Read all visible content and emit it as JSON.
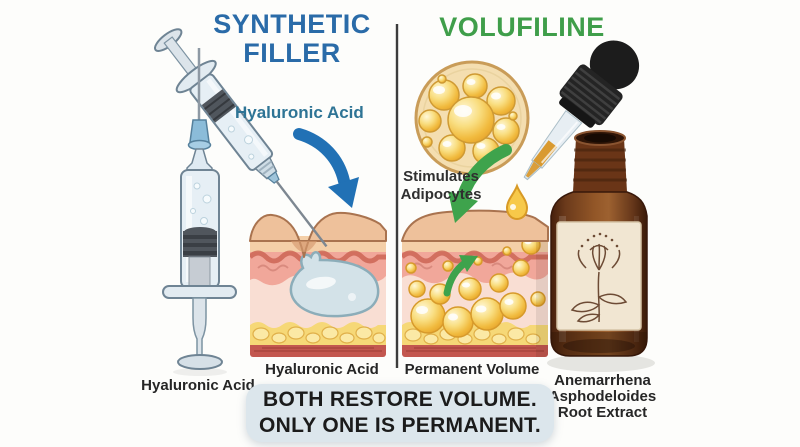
{
  "diagram": {
    "background": "#fdfdfb",
    "divider_color": "#3c3c3c",
    "left_panel": {
      "title": "SYNTHETIC FILLER",
      "title_color": "#2a6ba8",
      "injection_label": "Hyaluronic Acid",
      "injection_label_color": "#2e7495",
      "arrow_color": "#2171b5",
      "syringe_caption": "Hyaluronic Acid",
      "skin_caption": "Hyaluronic Acid",
      "illustrations": [
        "crossed-syringes",
        "blue-injection-arrow",
        "skin-cross-section-with-filler-gel"
      ]
    },
    "right_panel": {
      "title": "VOLUFILINE",
      "title_color": "#3f9e4a",
      "mechanism_label": "Stimulates Adipocytes",
      "arrow_color": "#3ea34c",
      "skin_caption": "Permanent Volume",
      "bottle_caption": "Anemarrhena Asphodeloides Root Extract",
      "illustrations": [
        "adipocyte-cluster",
        "green-arrow",
        "serum-droplet",
        "dropper-bottle",
        "skin-cross-section-with-adipocytes"
      ]
    },
    "banner": {
      "line1": "BOTH RESTORE VOLUME.",
      "line2": "ONLY ONE IS PERMANENT.",
      "background": "#dce6ec",
      "text_color": "#1b1b1b"
    }
  }
}
